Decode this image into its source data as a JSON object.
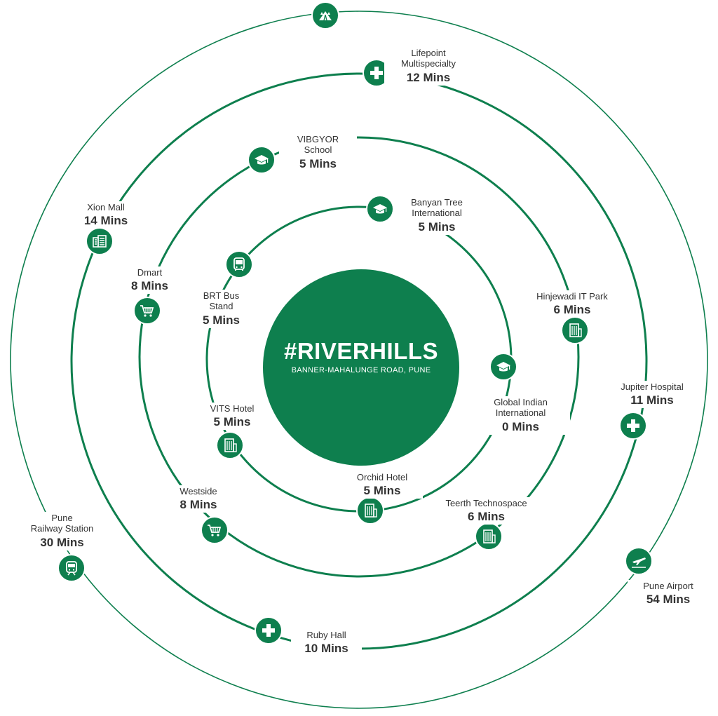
{
  "brand_color": "#0e7f4e",
  "center": {
    "title": "#RIVERHILLS",
    "subtitle": "BANNER-MAHALUNGE ROAD, PUNE"
  },
  "places": [
    {
      "key": "park",
      "icon": "park-icon",
      "name": "",
      "time": ""
    },
    {
      "key": "lifepoint",
      "icon": "hospital-icon",
      "name": "Lifepoint\nMultispecialty",
      "time": "12 Mins"
    },
    {
      "key": "vibgyor",
      "icon": "school-icon",
      "name": "VIBGYOR\nSchool",
      "time": "5 Mins"
    },
    {
      "key": "banyan",
      "icon": "school-icon",
      "name": "Banyan Tree\nInternational",
      "time": "5 Mins"
    },
    {
      "key": "xion",
      "icon": "mall-icon",
      "name": "Xion Mall",
      "time": "14 Mins"
    },
    {
      "key": "dmart",
      "icon": "cart-icon",
      "name": "Dmart",
      "time": "8 Mins"
    },
    {
      "key": "brt",
      "icon": "bus-icon",
      "name": "BRT Bus\nStand",
      "time": "5 Mins"
    },
    {
      "key": "hinjewadi",
      "icon": "building-icon",
      "name": "Hinjewadi IT Park",
      "time": "6 Mins"
    },
    {
      "key": "global",
      "icon": "school-icon",
      "name": "Global Indian\nInternational",
      "time": "0 Mins"
    },
    {
      "key": "jupiter",
      "icon": "hospital-icon",
      "name": "Jupiter Hospital",
      "time": "11 Mins"
    },
    {
      "key": "vits",
      "icon": "building-icon",
      "name": "VITS Hotel",
      "time": "5 Mins"
    },
    {
      "key": "orchid",
      "icon": "building-icon",
      "name": "Orchid Hotel",
      "time": "5 Mins"
    },
    {
      "key": "westside",
      "icon": "cart-icon",
      "name": "Westside",
      "time": "8 Mins"
    },
    {
      "key": "teerth",
      "icon": "building-icon",
      "name": "Teerth Technospace",
      "time": "6 Mins"
    },
    {
      "key": "railway",
      "icon": "train-icon",
      "name": "Pune\nRailway Station",
      "time": "30 Mins"
    },
    {
      "key": "airport",
      "icon": "plane-icon",
      "name": "Pune Airport",
      "time": "54 Mins"
    },
    {
      "key": "rubyhall",
      "icon": "hospital-icon",
      "name": "Ruby Hall",
      "time": "10 Mins"
    }
  ]
}
